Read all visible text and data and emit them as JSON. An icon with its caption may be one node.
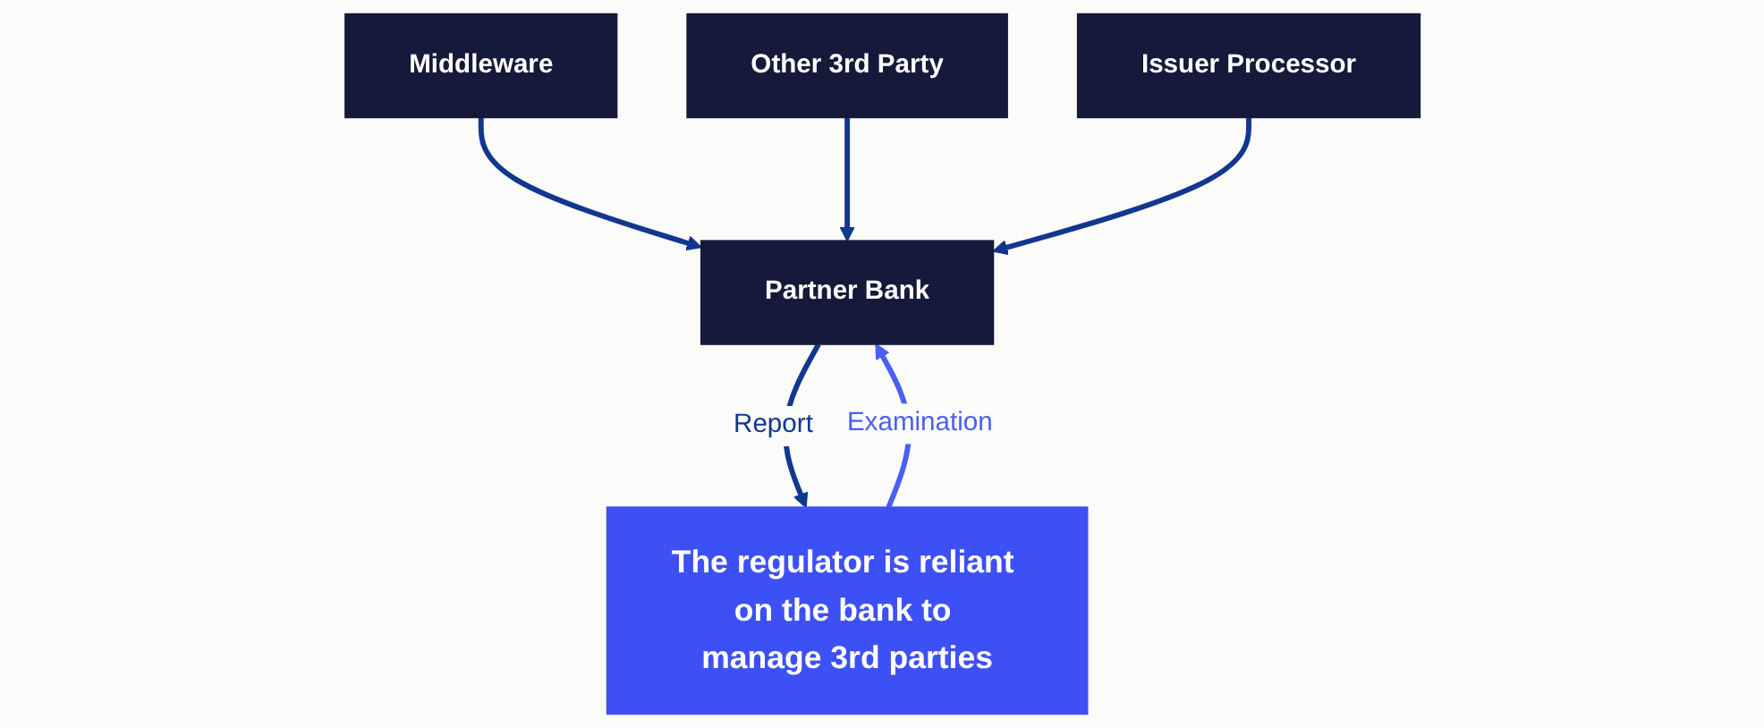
{
  "diagram": {
    "nodes": [
      {
        "text": [
          "Partner Bank"
        ]
      },
      {
        "text": [
          "Middleware"
        ]
      },
      {
        "text": [
          "Other 3rd Party"
        ]
      },
      {
        "text": [
          "Issuer Processor"
        ]
      },
      {
        "text": [
          "The regulator is reliant on the bank to manage 3rd parties"
        ]
      }
    ],
    "edges": [
      {
        "from": 1,
        "to": 0,
        "arrow": "to"
      },
      {
        "from": 2,
        "to": 0,
        "arrow": "to"
      },
      {
        "from": 3,
        "to": 0,
        "arrow": "to"
      },
      {
        "from": 0,
        "to": 4,
        "arrow": "to",
        "label": "Report"
      },
      {
        "from": 4,
        "to": 0,
        "arrow": "to",
        "label": "Examination",
        "color": "#4a5ff5"
      }
    ]
  }
}
